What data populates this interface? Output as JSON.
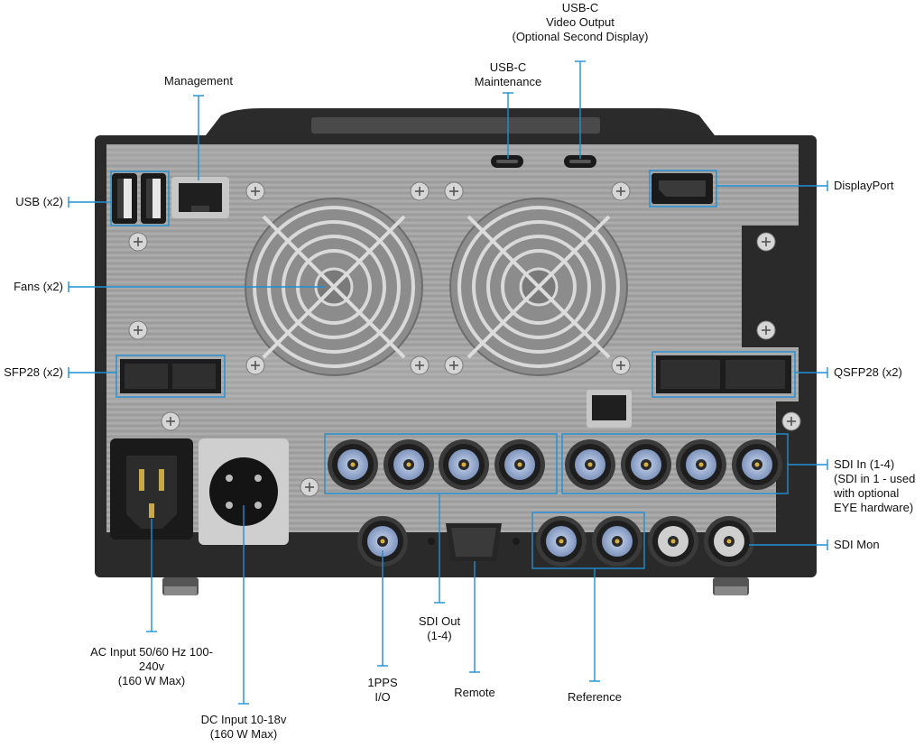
{
  "colors": {
    "callout": "#1f8fd6",
    "chassis": "#2a2a2a",
    "panel": "#9d9d9d",
    "panel_light": "#b9b9b9",
    "connector_blue": "#9fb3d6",
    "port_black": "#1a1a1a"
  },
  "labels": {
    "usbc_video": [
      "USB-C",
      "Video Output",
      "(Optional Second Display)"
    ],
    "usbc_maint": [
      "USB-C",
      "Maintenance"
    ],
    "management": [
      "Management"
    ],
    "usb": [
      "USB (x2)"
    ],
    "fans": [
      "Fans (x2)"
    ],
    "sfp28": [
      "SFP28 (x2)"
    ],
    "displayport": [
      "DisplayPort"
    ],
    "qsfp28": [
      "QSFP28 (x2)"
    ],
    "sdi_in": [
      "SDI In (1-4)",
      "(SDI in 1 - used",
      "with optional",
      "EYE hardware)"
    ],
    "sdi_mon": [
      "SDI Mon"
    ],
    "ac_input": [
      "AC Input 50/60 Hz 100-",
      "240v",
      "(160 W Max)"
    ],
    "dc_input": [
      "DC Input 10-18v",
      "(160 W Max)"
    ],
    "pps": [
      "1PPS",
      "I/O"
    ],
    "sdi_out": [
      "SDI Out",
      "(1-4)"
    ],
    "remote": [
      "Remote"
    ],
    "reference": [
      "Reference"
    ]
  },
  "icons": {
    "fan": "fan-icon",
    "bnc": "bnc-connector-icon",
    "rj45": "rj45-port-icon",
    "usb": "usb-a-port-icon",
    "usbc": "usb-c-port-icon",
    "displayport": "displayport-icon",
    "iec": "iec-c14-inlet-icon",
    "xlr": "xlr4-connector-icon",
    "dsub": "dsub-connector-icon",
    "screw": "screw-icon"
  }
}
